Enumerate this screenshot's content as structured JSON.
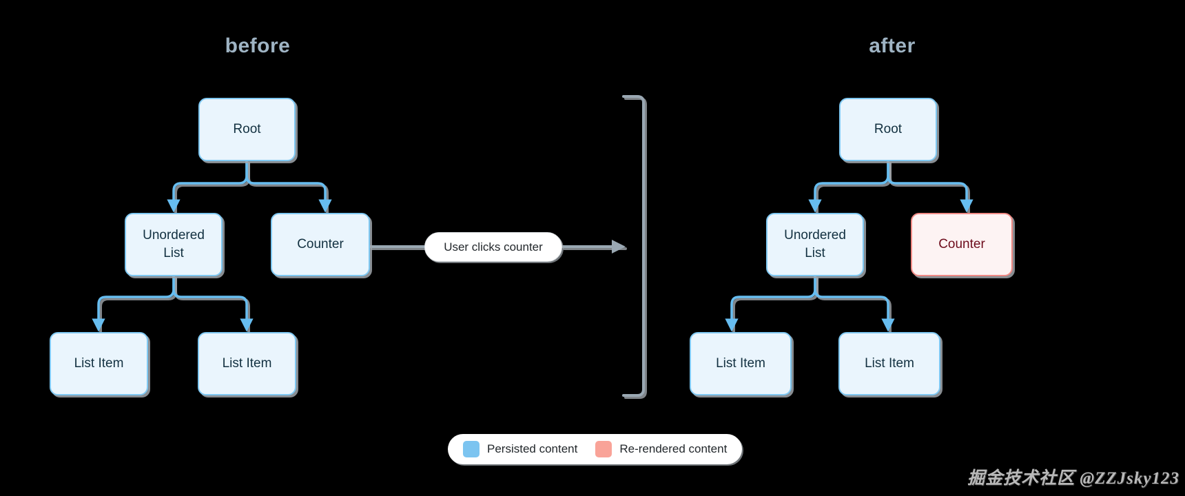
{
  "diagram": {
    "title_before": "before",
    "title_after": "after",
    "event_label": "User clicks counter",
    "watermark": "掘金技术社区 @ZZJsky123",
    "colors": {
      "background": "#000000",
      "persisted_fill": "#eaf5fd",
      "persisted_border": "#7fc8f2",
      "persisted_text": "#123040",
      "rerendered_fill": "#fdf3f3",
      "rerendered_border": "#f08a85",
      "rerendered_text": "#6d0c1c",
      "connector_blue": "#67bdf0",
      "connector_gray": "#9aa8b3",
      "title_gray": "#9fb4c4",
      "legend_swatch_blue": "#7cc4f0",
      "legend_swatch_red": "#f9a398"
    }
  },
  "before_tree": {
    "root": {
      "label": "Root",
      "state": "persisted"
    },
    "unordered_list": {
      "label_line1": "Unordered",
      "label_line2": "List",
      "state": "persisted"
    },
    "counter": {
      "label": "Counter",
      "state": "persisted"
    },
    "list_item_left": {
      "label": "List Item",
      "state": "persisted"
    },
    "list_item_right": {
      "label": "List Item",
      "state": "persisted"
    }
  },
  "after_tree": {
    "root": {
      "label": "Root",
      "state": "persisted"
    },
    "unordered_list": {
      "label_line1": "Unordered",
      "label_line2": "List",
      "state": "persisted"
    },
    "counter": {
      "label": "Counter",
      "state": "rerendered"
    },
    "list_item_left": {
      "label": "List Item",
      "state": "persisted"
    },
    "list_item_right": {
      "label": "List Item",
      "state": "persisted"
    }
  },
  "legend": {
    "items": [
      {
        "label": "Persisted content",
        "color": "#7cc4f0"
      },
      {
        "label": "Re-rendered content",
        "color": "#f9a398"
      }
    ]
  }
}
